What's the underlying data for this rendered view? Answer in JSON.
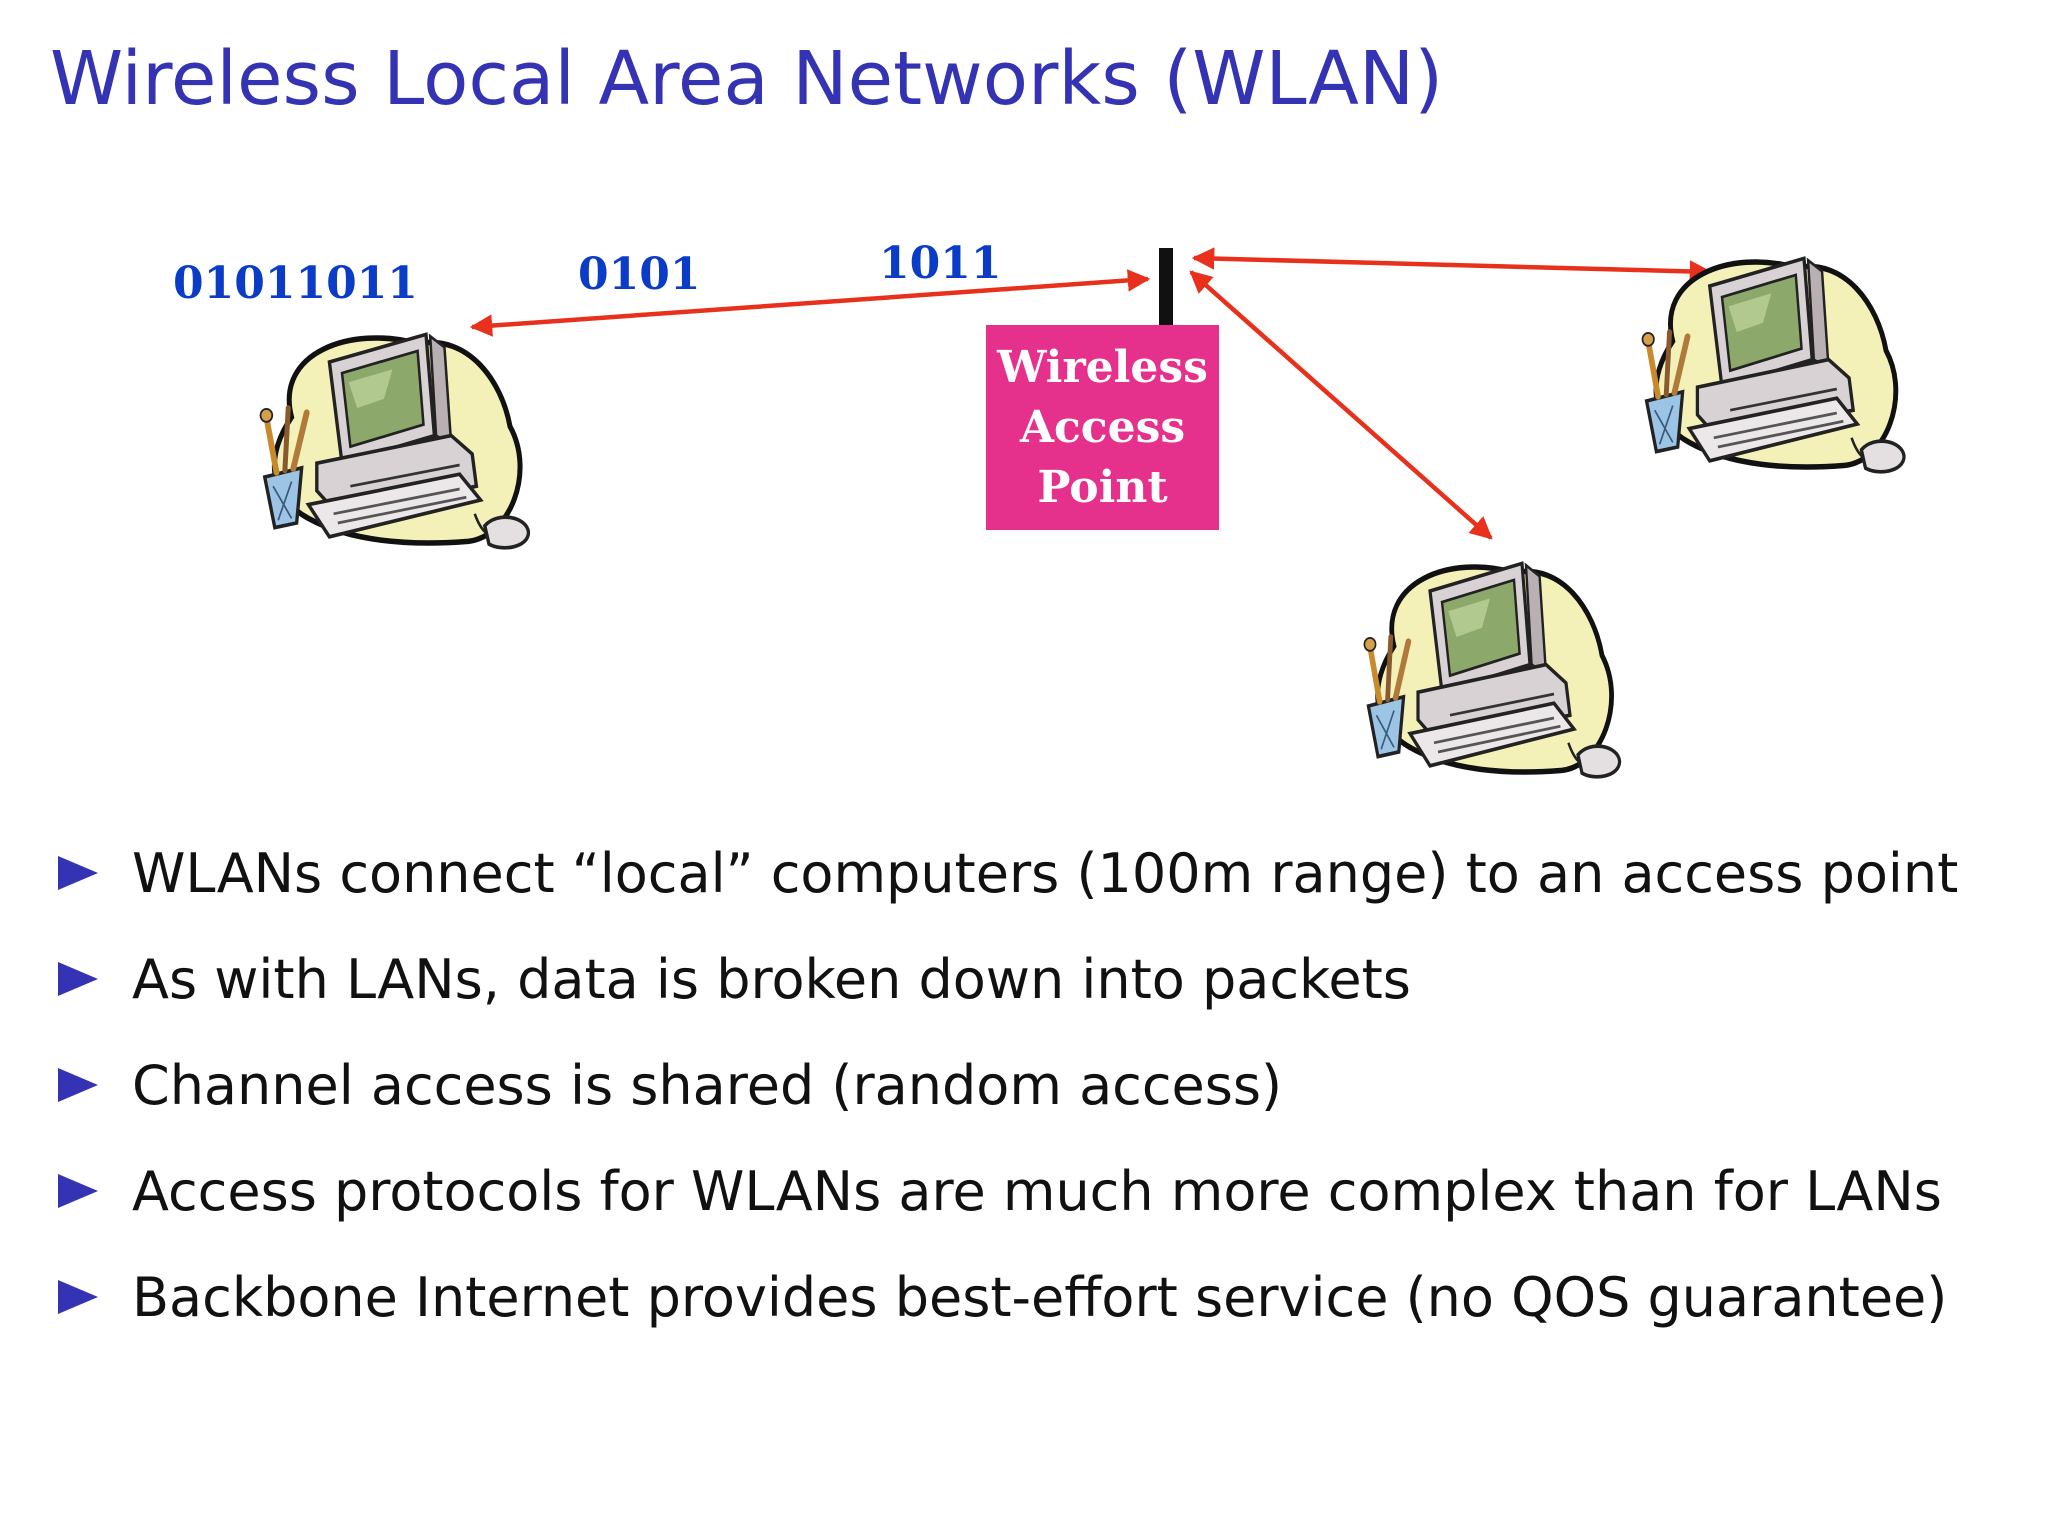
{
  "slide": {
    "title": "Wireless Local Area Networks (WLAN)"
  },
  "diagram": {
    "bit_labels": [
      "01011011",
      "0101",
      "1011"
    ],
    "access_point": {
      "lines": [
        "Wireless",
        "Access",
        "Point"
      ],
      "color": "#e5318b"
    },
    "link_color": "#e8301c",
    "icons": [
      "computer-icon",
      "computer-icon",
      "computer-icon",
      "antenna-icon"
    ]
  },
  "bullets": [
    "WLANs connect “local” computers (100m range) to an access point",
    "As with LANs, data is broken down into packets",
    "Channel access is shared (random access)",
    "Access protocols for WLANs are much more complex than for LANs",
    "Backbone Internet provides best-effort service (no QOS guarantee)"
  ],
  "colors": {
    "title": "#3333b3",
    "bullet_marker": "#3333b3",
    "bit_labels": "#0a3cc8",
    "text": "#111111"
  }
}
